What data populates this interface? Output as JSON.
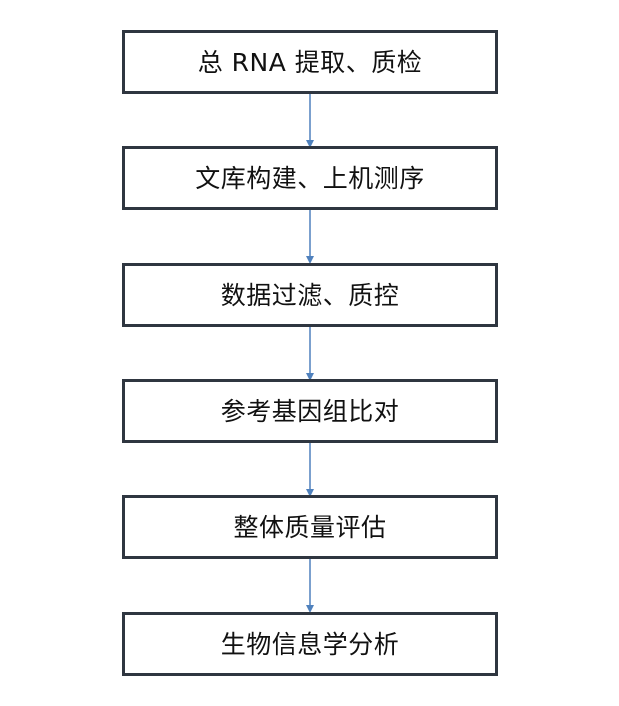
{
  "colors": {
    "box_border": "#2f3640",
    "arrow": "#4f81bd",
    "text": "#111111",
    "background": "#ffffff"
  },
  "steps": [
    {
      "label": "总 RNA 提取、质检"
    },
    {
      "label": "文库构建、上机测序"
    },
    {
      "label": "数据过滤、质控"
    },
    {
      "label": "参考基因组比对"
    },
    {
      "label": "整体质量评估"
    },
    {
      "label": "生物信息学分析"
    }
  ]
}
